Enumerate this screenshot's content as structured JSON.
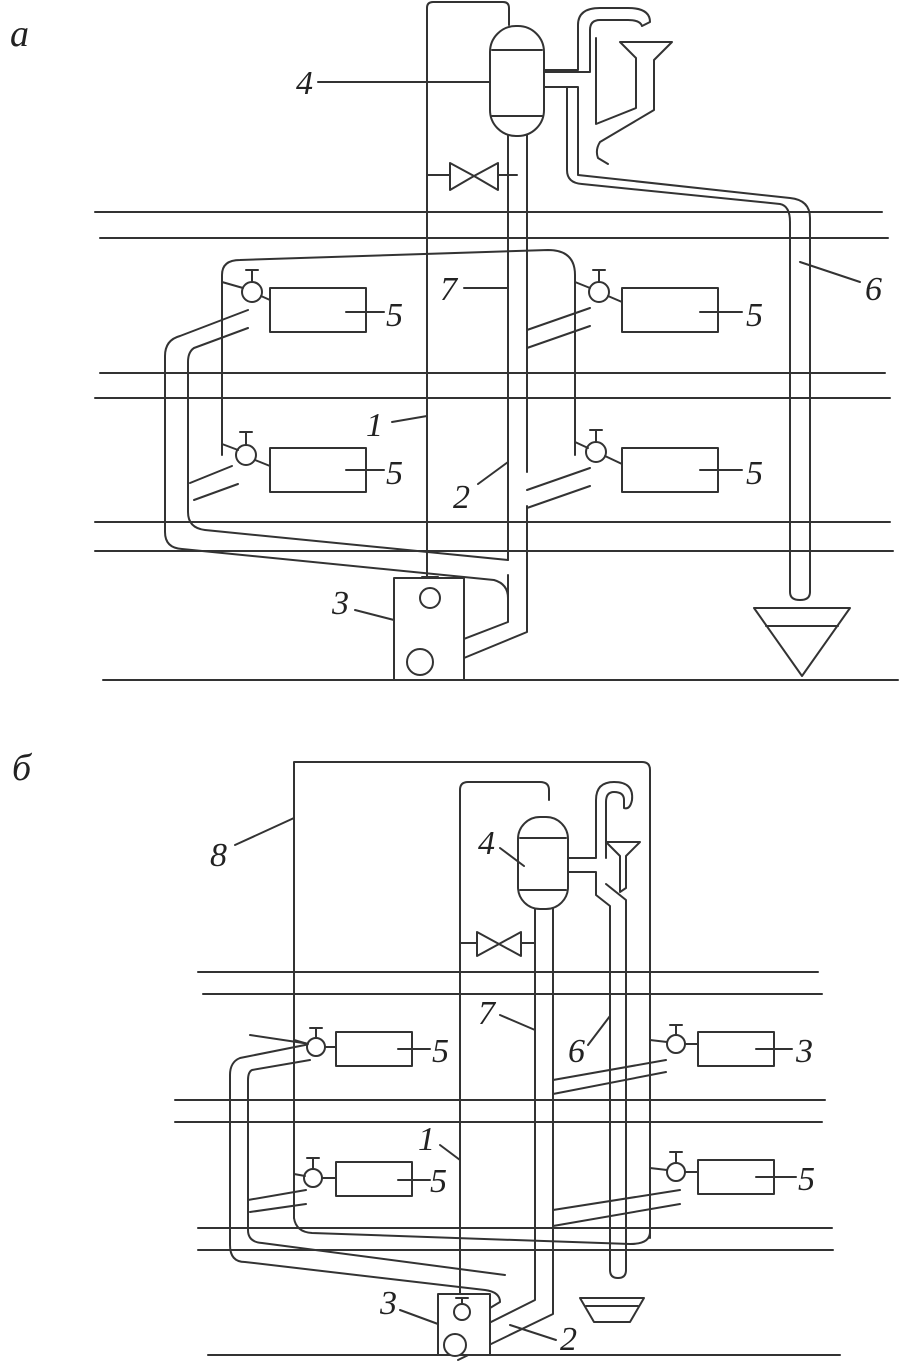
{
  "sections": {
    "a": {
      "label": "а"
    },
    "b": {
      "label": "б"
    }
  },
  "labels_a": {
    "n1": "1",
    "n2": "2",
    "n3": "3",
    "n4": "4",
    "n5_tl": "5",
    "n5_bl": "5",
    "n5_tr": "5",
    "n5_br": "5",
    "n6": "6",
    "n7": "7"
  },
  "labels_b": {
    "n1": "1",
    "n2": "2",
    "n3_pump": "3",
    "n4": "4",
    "n5_tl": "5",
    "n5_bl": "5",
    "n3_tr": "3",
    "n5_br": "5",
    "n6": "6",
    "n7": "7",
    "n8": "8"
  },
  "colors": {
    "line": "#333333",
    "background": "#ffffff"
  }
}
